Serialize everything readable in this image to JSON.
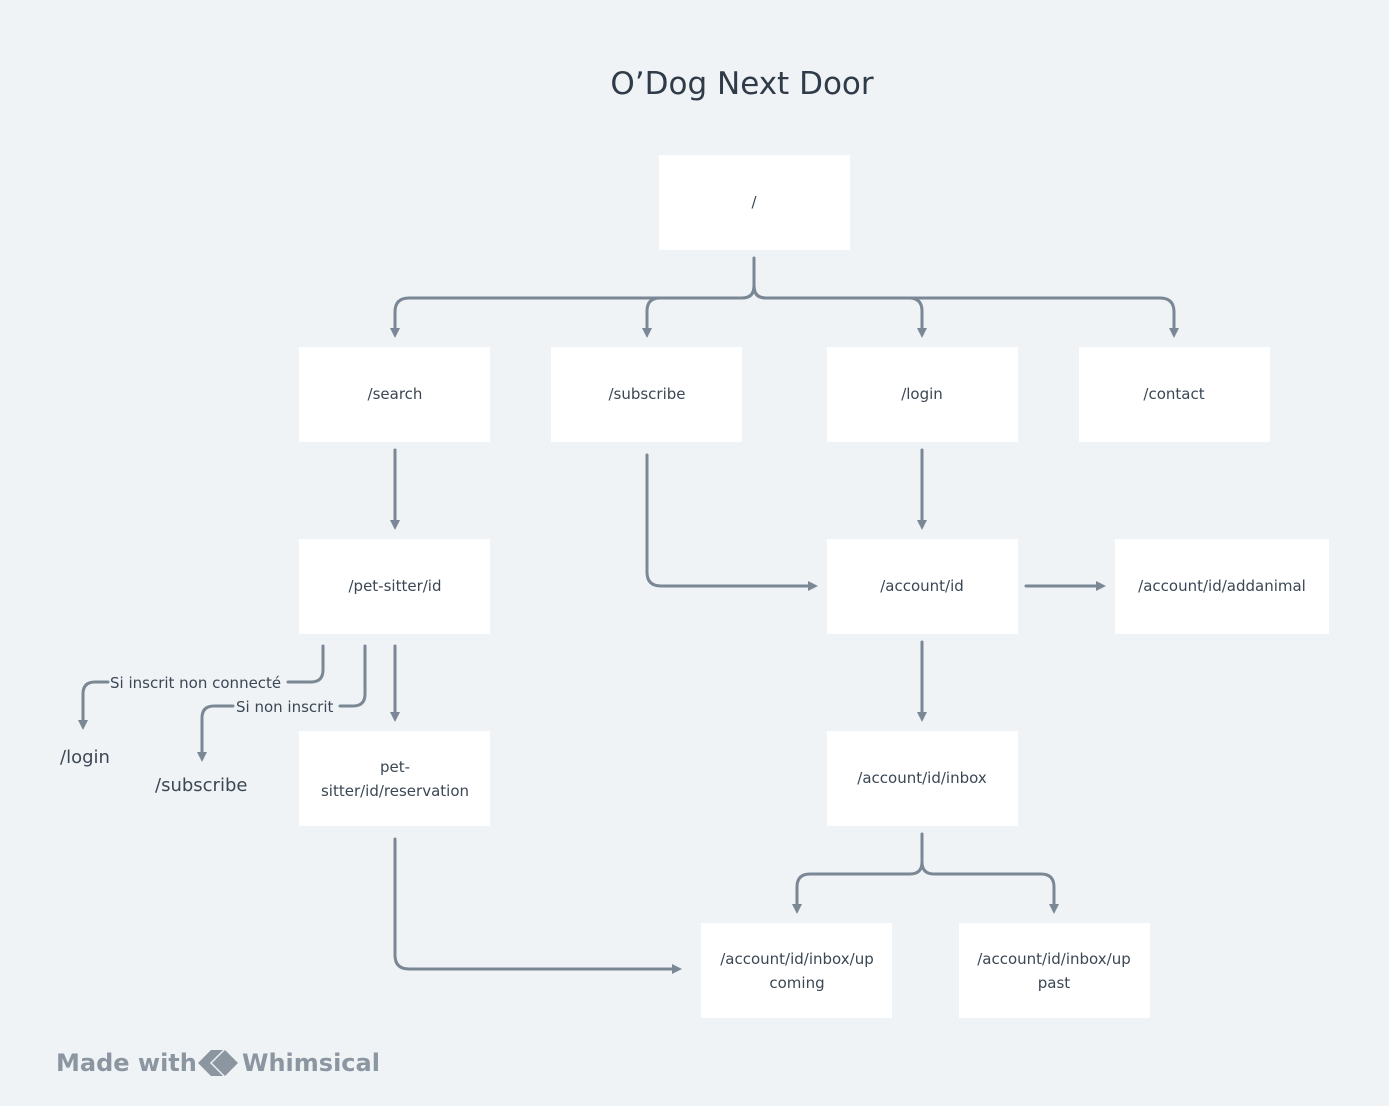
{
  "title": "O’Dog Next Door",
  "nodes": {
    "root": "/",
    "search": "/search",
    "subscribe": "/subscribe",
    "login": "/login",
    "contact": "/contact",
    "pet_sitter": "/pet-sitter/id",
    "account": "/account/id",
    "addanimal": "/account/id/addanimal",
    "reservation": [
      "pet-",
      "sitter/id/reservation"
    ],
    "inbox": "/account/id/inbox",
    "upcoming": [
      "/account/id/inbox/up",
      "coming"
    ],
    "past": [
      "/account/id/inbox/up",
      "past"
    ]
  },
  "edge_labels": {
    "registered_not_connected": "Si inscrit non connecté",
    "not_registered": "Si non inscrit"
  },
  "targets": {
    "login": "/login",
    "subscribe": "/subscribe"
  },
  "footer": {
    "made_with": "Made with",
    "brand": "Whimsical"
  }
}
